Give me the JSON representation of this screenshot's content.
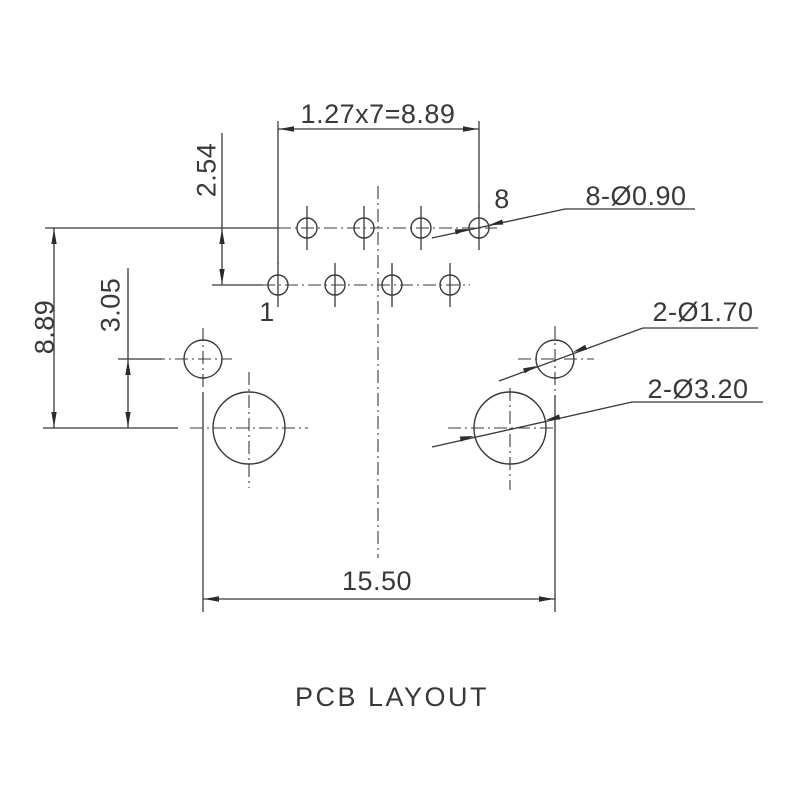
{
  "drawing": {
    "title": "PCB LAYOUT",
    "dimensions": {
      "pin_pitch": "1.27x7=8.89",
      "row_spacing": "2.54",
      "overall_height": "8.89",
      "hole_offset": "3.05",
      "mount_span": "15.50"
    },
    "callouts": {
      "pin_holes": "8-Ø0.90",
      "locating_holes": "2-Ø1.70",
      "mounting_holes": "2-Ø3.20"
    },
    "pin_numbers": {
      "first": "1",
      "last": "8"
    },
    "colors": {
      "line": "#383838",
      "background": "#ffffff"
    }
  }
}
